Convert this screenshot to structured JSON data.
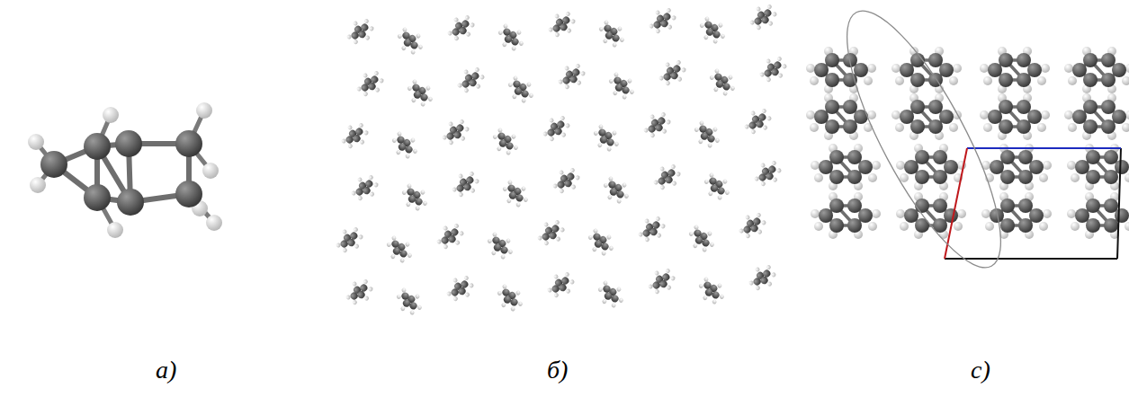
{
  "diagram": {
    "labels": [
      "a)",
      "б)",
      "c)"
    ]
  }
}
